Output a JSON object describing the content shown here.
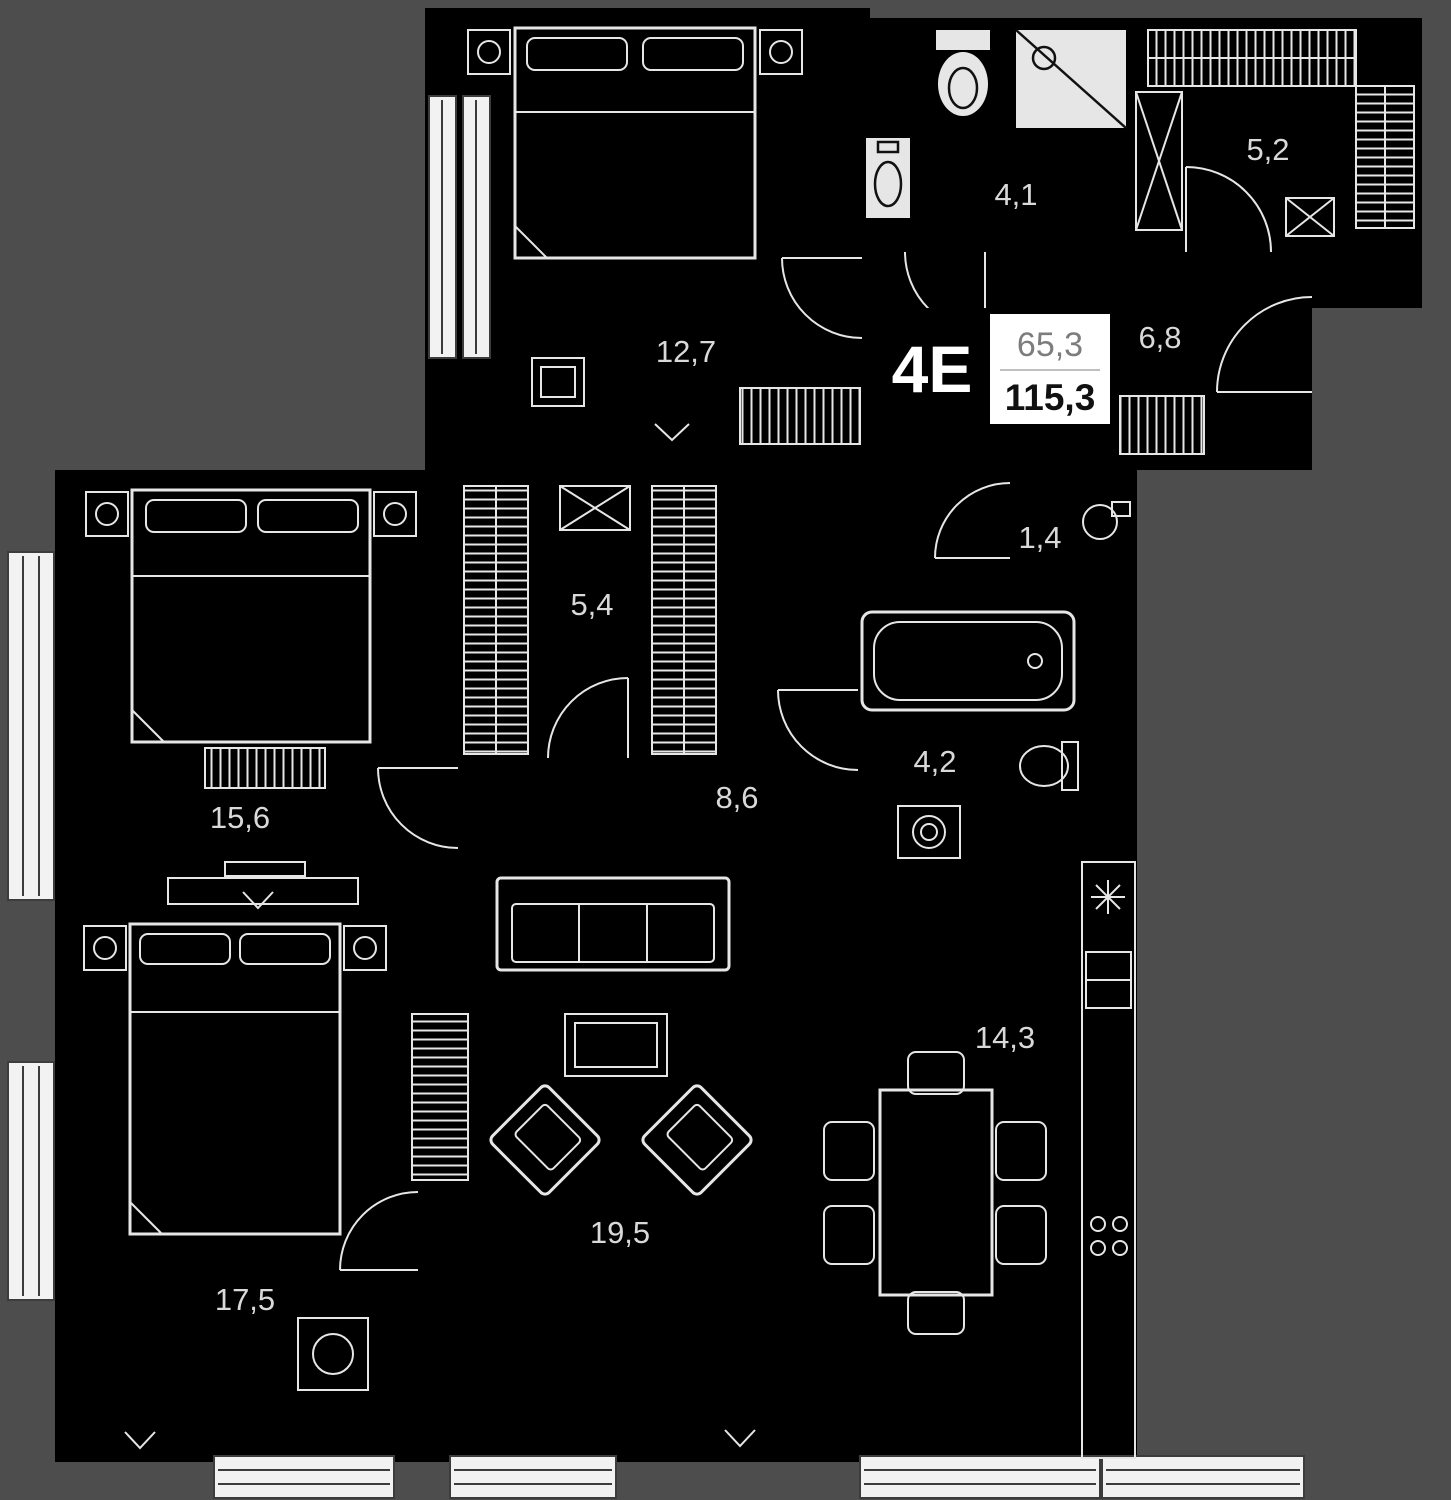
{
  "palette": {
    "margin": "#4d4d4d",
    "floor": "#000000",
    "line": "#e6e6e6",
    "badge_bg": "#000000",
    "badge_panel": "#ffffff"
  },
  "badge": {
    "unit_type": "4Е",
    "living_area": "65,3",
    "total_area": "115,3"
  },
  "rooms": {
    "bedroom_top": {
      "area": "12,7"
    },
    "bathroom_top": {
      "area": "4,1"
    },
    "closet_top": {
      "area": "5,2"
    },
    "hallway_top": {
      "area": "6,8"
    },
    "closet_mid": {
      "area": "5,4"
    },
    "wc": {
      "area": "1,4"
    },
    "bedroom_left": {
      "area": "15,6"
    },
    "hallway_mid": {
      "area": "8,6"
    },
    "bathroom_mid": {
      "area": "4,2"
    },
    "kitchen_dining": {
      "area": "14,3"
    },
    "living": {
      "area": "19,5"
    },
    "bedroom_bottom": {
      "area": "17,5"
    }
  }
}
